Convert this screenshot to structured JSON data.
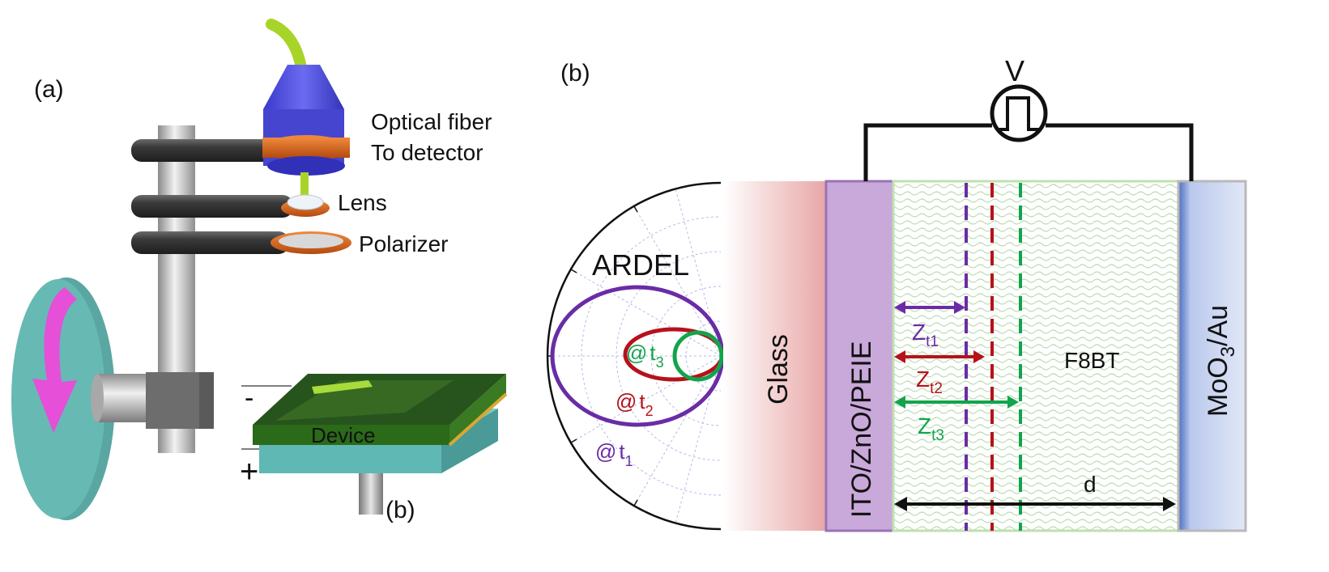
{
  "panel_a": {
    "label": "(a)",
    "optical_fiber_line1": "Optical fiber",
    "optical_fiber_line2": "To detector",
    "lens": "Lens",
    "polarizer": "Polarizer",
    "device": "Device",
    "minus": "-",
    "plus": "+",
    "inset_label": "(b)"
  },
  "panel_b": {
    "label": "(b)",
    "voltage": "V",
    "ardel": "ARDEL",
    "t1": {
      "at": "@",
      "base": "t",
      "sub": "1"
    },
    "t2": {
      "at": "@",
      "base": "t",
      "sub": "2"
    },
    "t3": {
      "at": "@",
      "base": "t",
      "sub": "3"
    },
    "glass": "Glass",
    "electrode": "ITO/ZnO/PEIE",
    "active_layer": "F8BT",
    "top_contact": {
      "a": "MoO",
      "sub": "3",
      "b": "/Au"
    },
    "z1": {
      "base": "Z",
      "sub": "t1"
    },
    "z2": {
      "base": "Z",
      "sub": "t2"
    },
    "z3": {
      "base": "Z",
      "sub": "t3"
    },
    "thickness": "d"
  },
  "colors": {
    "purple": "#6a2ca6",
    "red": "#b5121b",
    "green": "#12a44c",
    "electrode_fill": "#c9a8da",
    "contact_fill": "#dde6f6",
    "copper": "#d9651e",
    "rod": "#bfbfbf",
    "teal": "#5fb5b0",
    "magenta": "#e24ed4"
  }
}
